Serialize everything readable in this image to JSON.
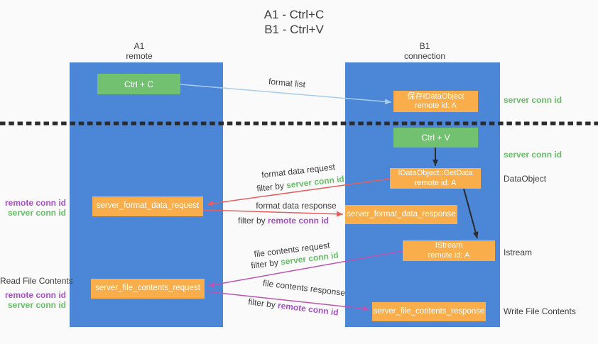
{
  "title": {
    "line1": "A1 - Ctrl+C",
    "line2": "B1 - Ctrl+V"
  },
  "lifelines": {
    "left": {
      "id": "A1",
      "role": "remote"
    },
    "right": {
      "id": "B1",
      "role": "connection"
    }
  },
  "nodes": {
    "ctrl_c": {
      "label": "Ctrl + C"
    },
    "save_idataobject": {
      "line1": "保存IDataObject",
      "line2": "remote id: A"
    },
    "ctrl_v": {
      "label": "Ctrl + V"
    },
    "getdata": {
      "line1": "IDataObject::GetData",
      "line2": "remote id: A"
    },
    "format_request": {
      "label": "server_format_data_request"
    },
    "format_response": {
      "label": "server_format_data_response"
    },
    "istream": {
      "line1": "IStream",
      "line2": "remote id: A"
    },
    "file_request": {
      "label": "server_file_contents_request"
    },
    "file_response": {
      "label": "server_file_contents_response"
    }
  },
  "arrows": {
    "format_list": {
      "label": "format list"
    },
    "format_data_request": {
      "label": "format data request",
      "filter_prefix": "filter by ",
      "filter_key": "server conn id"
    },
    "format_data_response": {
      "label": "format data response",
      "filter_prefix": "filter by ",
      "filter_key": "remote conn id"
    },
    "file_contents_request": {
      "label": "file contents request",
      "filter_prefix": "filter by ",
      "filter_key": "server conn id"
    },
    "file_contents_response": {
      "label": "file contents response",
      "filter_prefix": "filter by ",
      "filter_key": "remote conn id"
    }
  },
  "side_labels": {
    "right": [
      {
        "text": "server conn id"
      },
      {
        "text": "server conn id"
      },
      {
        "text": "DataObject"
      },
      {
        "text": "Istream"
      },
      {
        "text": "Write File Contents"
      }
    ],
    "left": {
      "format_remote": "remote conn id",
      "format_server": "server conn id",
      "read_file": "Read File Contents",
      "file_remote": "remote conn id",
      "file_server": "server conn id"
    }
  },
  "colors": {
    "lifeline_blue": "#4c86d6",
    "action_green": "#71c171",
    "message_orange": "#f9ae4b",
    "server_conn_green": "#67bf67",
    "remote_conn_purple": "#a64fc9",
    "format_arrow_red": "#e4605e",
    "file_arrow_magenta": "#bd53b0",
    "format_list_blue": "#a7cdec",
    "black_arrow": "#2b2b2b",
    "text_dark": "#3d3d3d",
    "background": "#fafafa"
  }
}
